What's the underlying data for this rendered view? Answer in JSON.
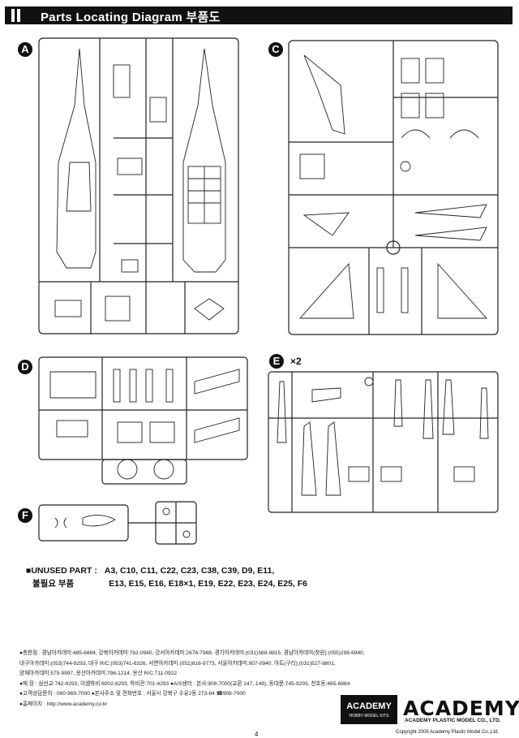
{
  "header": {
    "title": "Parts Locating Diagram",
    "title_kr": "부품도"
  },
  "sections": [
    {
      "id": "A",
      "multiplier": ""
    },
    {
      "id": "C",
      "multiplier": ""
    },
    {
      "id": "D",
      "multiplier": ""
    },
    {
      "id": "E",
      "multiplier": "×2"
    },
    {
      "id": "F",
      "multiplier": ""
    }
  ],
  "unused": {
    "label": "UNUSED PART :",
    "label_kr": "불필요 부품",
    "line1": "A3, C10, C11, C22, C23, C38, C39, D9, E11,",
    "line2": "E13, E15, E16, E18×1, E19, E22, E23, E24, E25, F6"
  },
  "info_lines": [
    "●총판점 : 경남아카데미:485-6884, 강북아카데미:762-0980, 강서아카데미:2678-7988, 경기아카데미:(031)388-9815, 경남아카데미(창원):(055)298-6940,",
    "대구아카데미:(053)744-9293, 대구 R/C:(053)741-6326, 서면아카데미:(051)816-9773, 서울아카데미:907-0940, 아트(구리):(031)527-8801,",
    "양재아카데미:575-9997, 용산아카데미:796-1214, 용산 R/C:711-0922",
    "●매 장 : 삼선교:742-9293, 이셈하비:6002-6293, 하비관:701-4293 ●A/S센터 : 본사:908-7000(교환 147, 148), 동대문:745-9293, 천호동:485-6884",
    "●고객상담문의 : 080-969-7000 ●본사주소 및 전화번호 : 서울시 강북구 수유2동 273-64 ☎908-7000",
    "●홈페이지 : http://www.academy.co.kr"
  ],
  "logo": {
    "box_title": "ACADEMY",
    "box_sub": "HOBBY MODEL KITS",
    "main": "ACADEMY",
    "sub": "ACADEMY PLASTIC MODEL CO., LTD."
  },
  "copyright": "Copyright 2008 Academy Plastic Model Co.,Ltd.",
  "page_number": "4"
}
